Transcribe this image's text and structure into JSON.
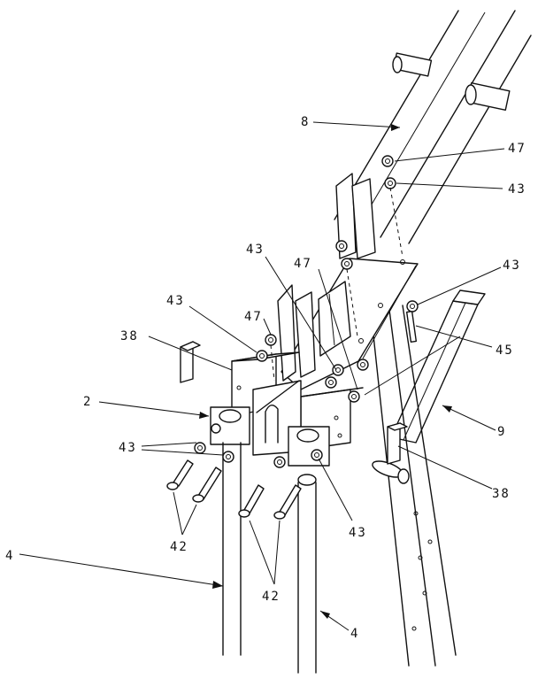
{
  "labels": {
    "l8": "8",
    "l47a": "47",
    "l43a": "43",
    "l43b": "43",
    "l47b": "47",
    "l43c": "43",
    "l43d": "43",
    "l47c": "47",
    "l38a": "38",
    "l45": "45",
    "l2": "2",
    "l9": "9",
    "l43e": "43",
    "l38b": "38",
    "l43f": "43",
    "l42a": "42",
    "l4a": "4",
    "l42b": "42",
    "l4b": "4"
  }
}
